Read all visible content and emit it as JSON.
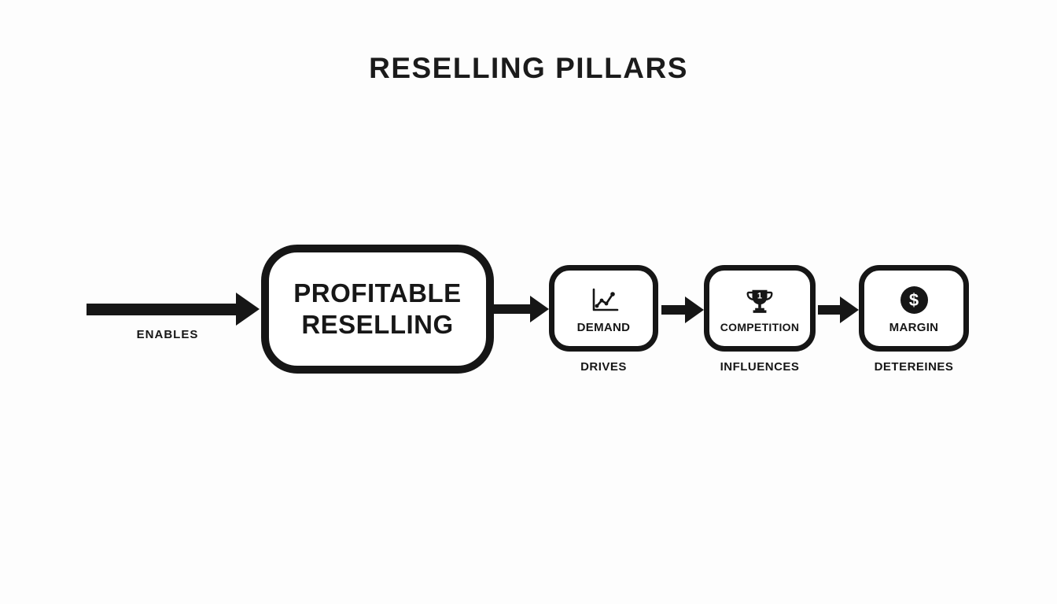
{
  "colors": {
    "ink": "#161616",
    "background": "#fdfdfd"
  },
  "title": "RESELLING PILLARS",
  "flow": {
    "enabler_label": "ENABLES",
    "main_box": {
      "line1": "PROFITABLE",
      "line2": "RESELLING"
    },
    "pillars": [
      {
        "icon": "trend-chart-icon",
        "label": "DEMAND",
        "caption": "DRIVES"
      },
      {
        "icon": "trophy-icon",
        "icon_glyph": "1",
        "label": "COMPETITION",
        "caption": "INFLUENCES"
      },
      {
        "icon": "dollar-circle-icon",
        "icon_glyph": "$",
        "label": "MARGIN",
        "caption": "DETEREINES"
      }
    ]
  }
}
